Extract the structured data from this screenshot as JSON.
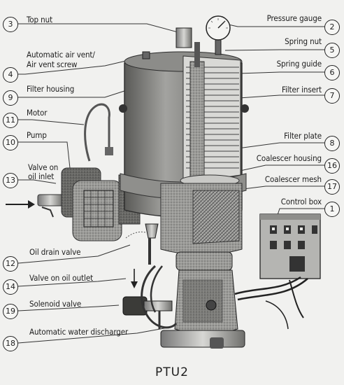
{
  "callouts": [
    {
      "number": "3",
      "label": "Top nut"
    },
    {
      "number": "2",
      "label": "Pressure gauge"
    },
    {
      "number": "5",
      "label": "Spring nut"
    },
    {
      "number": "4",
      "label_line1": "Automatic air vent/",
      "label_line2": "Air vent screw"
    },
    {
      "number": "6",
      "label": "Spring guide"
    },
    {
      "number": "9",
      "label": "Filter housing"
    },
    {
      "number": "7",
      "label": "Filter insert"
    },
    {
      "number": "11",
      "label": "Motor"
    },
    {
      "number": "10",
      "label": "Pump"
    },
    {
      "number": "8",
      "label": "Filter plate"
    },
    {
      "number": "13",
      "label_line1": "Valve on",
      "label_line2": "oil inlet"
    },
    {
      "number": "16",
      "label": "Coalescer housing"
    },
    {
      "number": "17",
      "label": "Coalescer mesh"
    },
    {
      "number": "1",
      "label": "Control box"
    },
    {
      "number": "12",
      "label": "Oil drain valve"
    },
    {
      "number": "14",
      "label": "Valve on oil outlet"
    },
    {
      "number": "19",
      "label": "Solenoid valve"
    },
    {
      "number": "18",
      "label": "Automatic water discharger"
    }
  ],
  "caption": "PTU2"
}
